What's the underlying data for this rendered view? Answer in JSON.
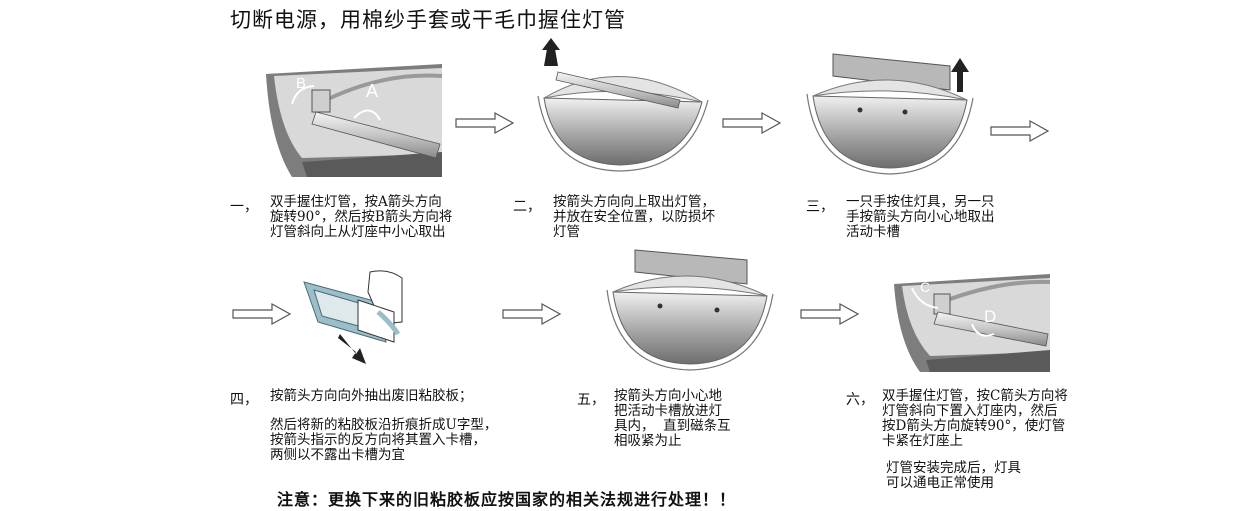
{
  "title": "切断电源，用棉纱手套或干毛巾握住灯管",
  "steps": [
    {
      "num": "一，",
      "text": "双手握住灯管，按A箭头方向\n旋转90°，然后按B箭头方向将\n灯管斜向上从灯座中小心取出"
    },
    {
      "num": "二，",
      "text": "按箭头方向向上取出灯管，\n并放在安全位置，以防损坏\n灯管"
    },
    {
      "num": "三，",
      "text": "一只手按住灯具，另一只\n手按箭头方向小心地取出\n活动卡槽"
    },
    {
      "num": "四，",
      "text": "按箭头方向向外抽出废旧粘胶板；",
      "text2": "然后将新的粘胶板沿折痕折成U字型，\n按箭头指示的反方向将其置入卡槽，\n两侧以不露出卡槽为宜"
    },
    {
      "num": "五，",
      "text": "按箭头方向小心地\n把活动卡槽放进灯\n具内，  直到磁条互\n相吸紧为止"
    },
    {
      "num": "六，",
      "text": "双手握住灯管，按C箭头方向将\n灯管斜向下置入灯座内，然后\n按D箭头方向旋转90°，使灯管\n卡紧在灯座上",
      "text2": "灯管安装完成后，灯具\n可以通电正常使用"
    }
  ],
  "labels": {
    "a": "A",
    "b": "B",
    "c": "C",
    "d": "D"
  },
  "note": "注意：更换下来的旧粘胶板应按国家的相关法规进行处理！！"
}
